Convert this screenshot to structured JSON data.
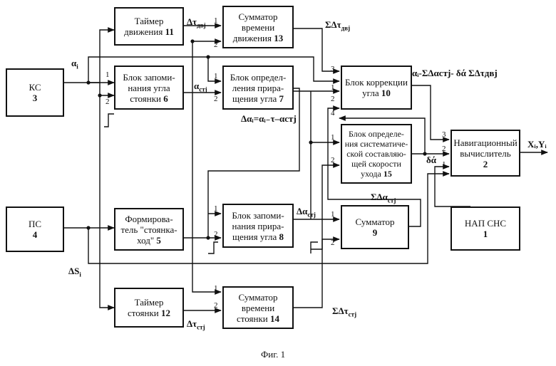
{
  "blocks": {
    "ks": {
      "lines": [
        "КС"
      ],
      "num": "3"
    },
    "ps": {
      "lines": [
        "ПС"
      ],
      "num": "4"
    },
    "b11": {
      "lines": [
        "Таймер",
        "движения"
      ],
      "num": "11"
    },
    "b6": {
      "lines": [
        "Блок запоми-",
        "нания угла",
        "стоянки"
      ],
      "num": "6"
    },
    "b5": {
      "lines": [
        "Формирова-",
        "тель \"стоянка-",
        "ход\""
      ],
      "num": "5"
    },
    "b12": {
      "lines": [
        "Таймер",
        "стоянки"
      ],
      "num": "12"
    },
    "b13": {
      "lines": [
        "Сумматор",
        "времени",
        "движения"
      ],
      "num": "13"
    },
    "b7": {
      "lines": [
        "Блок определ-",
        "ления прира-",
        "щения угла"
      ],
      "num": "7"
    },
    "b8": {
      "lines": [
        "Блок запоми-",
        "нания прира-",
        "щения угла"
      ],
      "num": "8"
    },
    "b14": {
      "lines": [
        "Сумматор",
        "времени",
        "стоянки"
      ],
      "num": "14"
    },
    "b10": {
      "lines": [
        "Блок коррекции",
        "угла"
      ],
      "num": "10"
    },
    "b15": {
      "lines": [
        "Блок определе-",
        "ния систематиче-",
        "ской составляю-",
        "щей скорости",
        "ухода"
      ],
      "num": "15"
    },
    "b9": {
      "lines": [
        "Сумматор"
      ],
      "num": "9"
    },
    "b2": {
      "lines": [
        "Навигационный",
        "вычислитель"
      ],
      "num": "2"
    },
    "b1": {
      "lines": [
        "НАП СНС"
      ],
      "num": "1"
    }
  },
  "labels": {
    "alpha_i": {
      "base": "α",
      "sub": "i",
      "rest": ""
    },
    "dS_i": {
      "base": "ΔS",
      "sub": "i",
      "rest": ""
    },
    "alpha_stj": {
      "base": "α",
      "sub": "стj",
      "rest": ""
    },
    "dt_dvj": {
      "base": "Δτ",
      "sub": "двj",
      "rest": ""
    },
    "sum_dt_dvj": {
      "base": "ΣΔτ",
      "sub": "двj",
      "rest": ""
    },
    "d_alpha_formula": {
      "text": "Δαᵢ=αᵢ₋τ–αстj"
    },
    "d_alpha_stj": {
      "base": "Δα",
      "sub": "стj",
      "rest": ""
    },
    "sum_d_alpha_stj": {
      "base": "ΣΔα",
      "sub": "стj",
      "rest": ""
    },
    "corr_out": {
      "text": "αᵢ-ΣΔαстj- δά ΣΔτдвj"
    },
    "delta_drift": {
      "text": "δά"
    },
    "xy_out": {
      "text": "Xᵢ,Yᵢ"
    },
    "dt_stj": {
      "base": "Δτ",
      "sub": "стj",
      "rest": ""
    },
    "sum_dt_stj": {
      "base": "ΣΔτ",
      "sub": "стj",
      "rest": ""
    }
  },
  "ports": [
    "1",
    "2",
    "1",
    "2",
    "1",
    "2",
    "1",
    "2",
    "3",
    "1",
    "2",
    "4",
    "1",
    "2",
    "1",
    "2",
    "1",
    "2",
    "3",
    "2",
    "1"
  ],
  "caption": "Фиг. 1"
}
